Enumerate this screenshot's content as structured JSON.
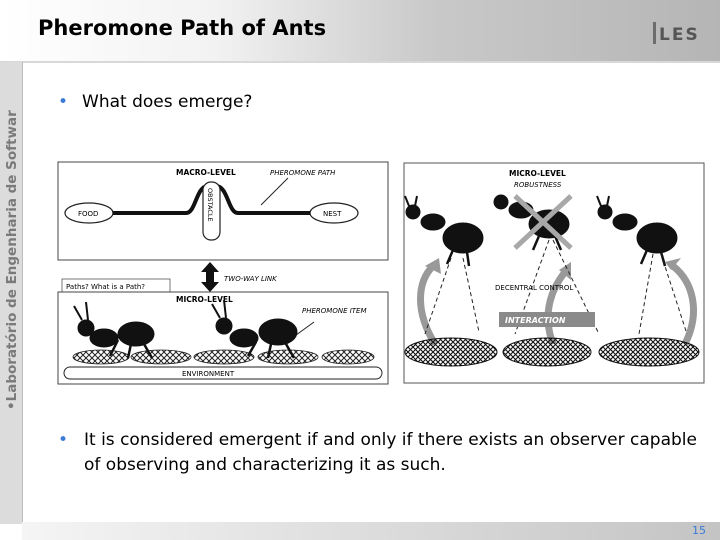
{
  "slide": {
    "title": "Pheromone Path of Ants",
    "logo_text": "LES",
    "sidebar_text": "Laboratório de Engenharia de Softwar",
    "bullets": [
      "What does emerge?",
      "It is considered emergent if and only if there exists an observer capable of observing and characterizing it as such."
    ],
    "page_number": "15",
    "accent_color": "#3b7ad6"
  },
  "figure_left": {
    "macro_level": "MACRO-LEVEL",
    "pheromone_path": "PHEROMONE PATH",
    "food": "FOOD",
    "nest": "NEST",
    "obstacle": "OBSTACLE",
    "two_way_link": "TWO-WAY LINK",
    "callout": "Paths? What is a Path?",
    "micro_level": "MICRO-LEVEL",
    "pheromone_item": "PHEROMONE ITEM",
    "environment": "ENVIRONMENT"
  },
  "figure_right": {
    "micro_level": "MICRO-LEVEL",
    "robustness": "ROBUSTNESS",
    "decentral_control": "DECENTRAL CONTROL",
    "interaction": "INTERACTION"
  }
}
